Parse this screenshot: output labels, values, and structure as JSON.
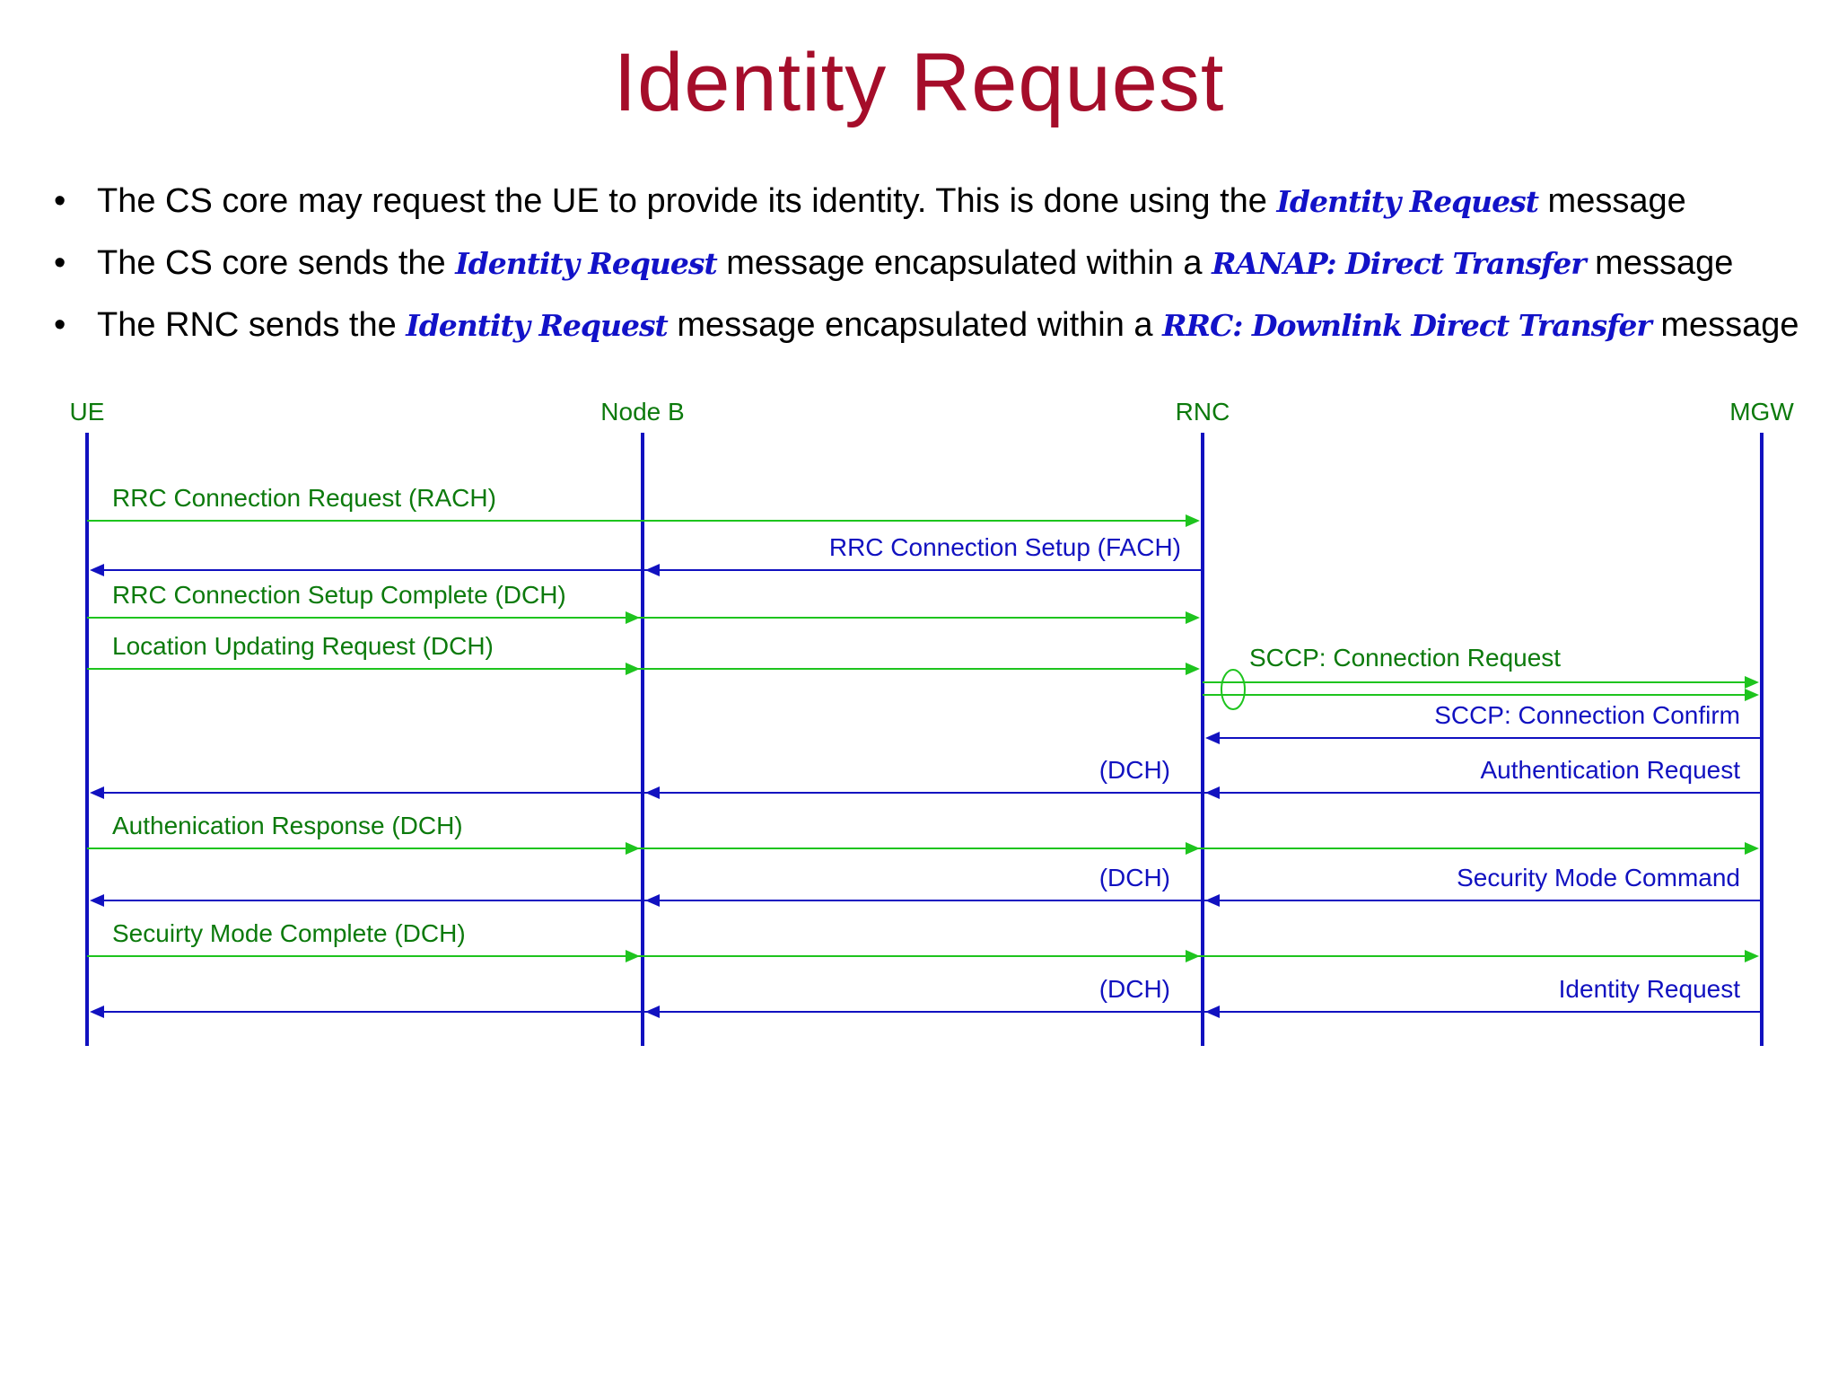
{
  "slide": {
    "title": "Identity Request",
    "bullets": [
      {
        "pre": "The CS core may request the UE to provide its identity. This is done using the",
        "msg": "Identity Request",
        "post": "message"
      },
      {
        "pre": "The CS core sends the",
        "msg": "Identity Request",
        "post": "message encapsulated within a",
        "msg2": "RANAP: Direct Transfer",
        "post2": "message"
      },
      {
        "pre": "The RNC sends the",
        "msg": "Identity Request",
        "post": "message encapsulated within a",
        "msg2": "RRC: Downlink Direct Transfer",
        "post2": "message"
      }
    ]
  },
  "colors": {
    "title": "#a50d2a",
    "uplink": "#1ec41e",
    "downlink": "#1111c0",
    "node_label": "#0c7a0c",
    "uplink_label": "#0c7a0c",
    "downlink_label": "#1111c0",
    "lifeline": "#1111c0"
  },
  "diagram": {
    "nodes": [
      "UE",
      "Node B",
      "RNC",
      "MGW"
    ],
    "messages": [
      {
        "label": "RRC Connection Request (RACH)",
        "dir": "up",
        "from": "UE",
        "to": "RNC",
        "mid_arrows": []
      },
      {
        "label": "RRC Connection Setup (FACH)",
        "dir": "down",
        "from": "RNC",
        "to": "UE",
        "mid_arrows": [
          "Node B"
        ]
      },
      {
        "label": "RRC Connection Setup Complete (DCH)",
        "dir": "up",
        "from": "UE",
        "to": "RNC",
        "mid_arrows": [
          "Node B"
        ]
      },
      {
        "label": "Location Updating Request (DCH)",
        "dir": "up",
        "from": "UE",
        "to": "RNC",
        "mid_arrows": [
          "Node B"
        ]
      },
      {
        "label": "SCCP: Connection Request",
        "dir": "up",
        "from": "RNC",
        "to": "MGW",
        "mid_arrows": [],
        "double": true
      },
      {
        "label": "SCCP: Connection Confirm",
        "dir": "down",
        "from": "MGW",
        "to": "RNC",
        "mid_arrows": []
      },
      {
        "label": "Authentication Request",
        "dir": "down",
        "from": "MGW",
        "to": "UE",
        "mid_arrows": [
          "RNC",
          "Node B"
        ],
        "seg_label": "(DCH)"
      },
      {
        "label": "Authenication Response (DCH)",
        "dir": "up",
        "from": "UE",
        "to": "MGW",
        "mid_arrows": [
          "Node B",
          "RNC"
        ]
      },
      {
        "label": "Security Mode Command",
        "dir": "down",
        "from": "MGW",
        "to": "UE",
        "mid_arrows": [
          "RNC",
          "Node B"
        ],
        "seg_label": "(DCH)"
      },
      {
        "label": "Secuirty Mode Complete (DCH)",
        "dir": "up",
        "from": "UE",
        "to": "MGW",
        "mid_arrows": [
          "Node B",
          "RNC"
        ]
      },
      {
        "label": "Identity Request",
        "dir": "down",
        "from": "MGW",
        "to": "UE",
        "mid_arrows": [
          "RNC",
          "Node B"
        ],
        "seg_label": "(DCH)"
      }
    ]
  }
}
